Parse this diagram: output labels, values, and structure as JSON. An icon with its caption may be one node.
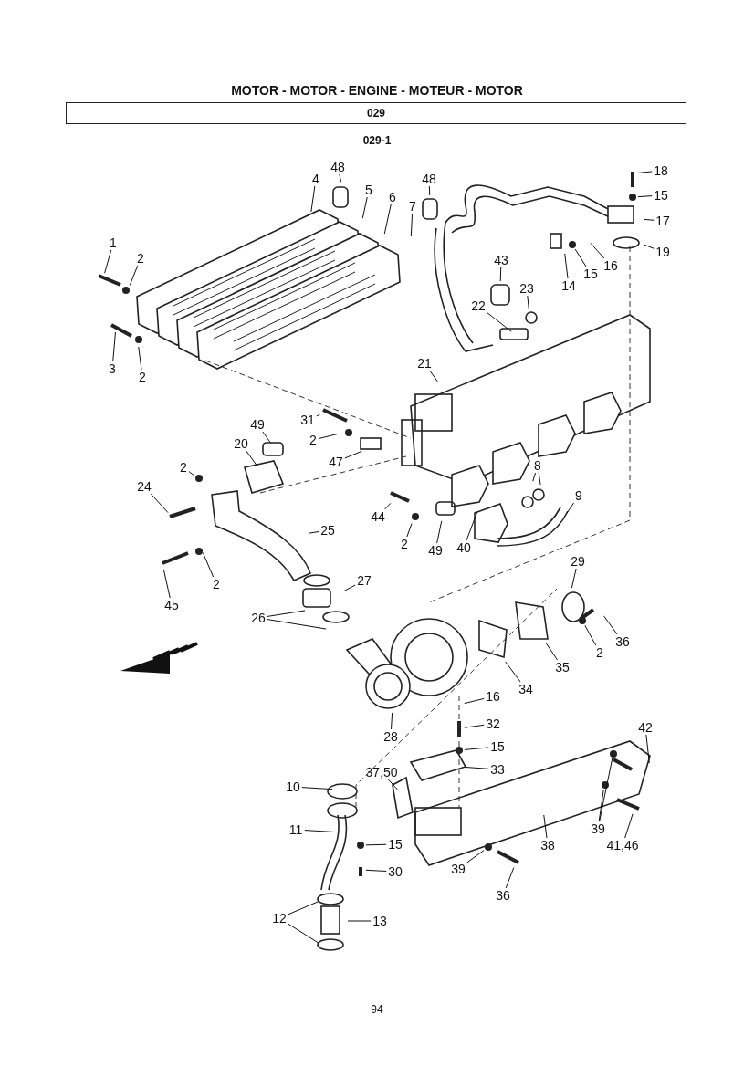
{
  "diagram": {
    "title": "MOTOR - MOTOR - ENGINE - MOTEUR - MOTOR",
    "nodes": [
      {
        "text": [
          "1"
        ]
      },
      {
        "text": [
          "2"
        ]
      },
      {
        "text": [
          "3"
        ]
      },
      {
        "text": [
          "2"
        ]
      },
      {
        "text": [
          "4"
        ]
      },
      {
        "text": [
          "48"
        ]
      },
      {
        "text": [
          "5"
        ]
      },
      {
        "text": [
          "6"
        ]
      },
      {
        "text": [
          "7"
        ]
      },
      {
        "text": [
          "48"
        ]
      },
      {
        "text": [
          "18"
        ]
      },
      {
        "text": [
          "15"
        ]
      },
      {
        "text": [
          "17"
        ]
      },
      {
        "text": [
          "19"
        ]
      },
      {
        "text": [
          "16"
        ]
      },
      {
        "text": [
          "15"
        ]
      },
      {
        "text": [
          "14"
        ]
      },
      {
        "text": [
          "43"
        ]
      },
      {
        "text": [
          "23"
        ]
      },
      {
        "text": [
          "22"
        ]
      },
      {
        "text": [
          "21"
        ]
      },
      {
        "text": [
          "31"
        ]
      },
      {
        "text": [
          "2"
        ]
      },
      {
        "text": [
          "49"
        ]
      },
      {
        "text": [
          "47"
        ]
      },
      {
        "text": [
          "20"
        ]
      },
      {
        "text": [
          "2"
        ]
      },
      {
        "text": [
          "24"
        ]
      },
      {
        "text": [
          "25"
        ]
      },
      {
        "text": [
          "44"
        ]
      },
      {
        "text": [
          "2"
        ]
      },
      {
        "text": [
          "8"
        ]
      },
      {
        "text": [
          "9"
        ]
      },
      {
        "text": [
          "49"
        ]
      },
      {
        "text": [
          "40"
        ]
      },
      {
        "text": [
          "2"
        ]
      },
      {
        "text": [
          "45"
        ]
      },
      {
        "text": [
          "27"
        ]
      },
      {
        "text": [
          "26"
        ]
      },
      {
        "text": [
          "29"
        ]
      },
      {
        "text": [
          "36"
        ]
      },
      {
        "text": [
          "2"
        ]
      },
      {
        "text": [
          "35"
        ]
      },
      {
        "text": [
          "34"
        ]
      },
      {
        "text": [
          "16"
        ]
      },
      {
        "text": [
          "32"
        ]
      },
      {
        "text": [
          "15"
        ]
      },
      {
        "text": [
          "33"
        ]
      },
      {
        "text": [
          "42"
        ]
      },
      {
        "text": [
          "37,50"
        ]
      },
      {
        "text": [
          "10"
        ]
      },
      {
        "text": [
          "39"
        ]
      },
      {
        "text": [
          "41,46"
        ]
      },
      {
        "text": [
          "38"
        ]
      },
      {
        "text": [
          "11"
        ]
      },
      {
        "text": [
          "15"
        ]
      },
      {
        "text": [
          "30"
        ]
      },
      {
        "text": [
          "39"
        ]
      },
      {
        "text": [
          "36"
        ]
      },
      {
        "text": [
          "12"
        ]
      },
      {
        "text": [
          "13"
        ]
      },
      {
        "text": [
          "28"
        ]
      },
      {
        "text": [
          "029"
        ]
      }
    ],
    "edges": [
      {
        "from": 0,
        "to": null,
        "arrow": "none"
      },
      {
        "from": 1,
        "to": null,
        "arrow": "none"
      },
      {
        "from": 2,
        "to": null,
        "arrow": "none"
      },
      {
        "from": 3,
        "to": null,
        "arrow": "none"
      },
      {
        "from": 4,
        "to": null,
        "arrow": "none"
      },
      {
        "from": 5,
        "to": null,
        "arrow": "none"
      },
      {
        "from": 6,
        "to": null,
        "arrow": "none"
      },
      {
        "from": 7,
        "to": null,
        "arrow": "none"
      },
      {
        "from": 8,
        "to": null,
        "arrow": "none"
      },
      {
        "from": 9,
        "to": null,
        "arrow": "none"
      },
      {
        "from": 10,
        "to": null,
        "arrow": "none"
      },
      {
        "from": 11,
        "to": null,
        "arrow": "none"
      },
      {
        "from": 12,
        "to": null,
        "arrow": "none"
      },
      {
        "from": 13,
        "to": null,
        "arrow": "none"
      },
      {
        "from": 14,
        "to": null,
        "arrow": "none"
      },
      {
        "from": 15,
        "to": null,
        "arrow": "none"
      },
      {
        "from": 16,
        "to": null,
        "arrow": "none"
      },
      {
        "from": 17,
        "to": null,
        "arrow": "none"
      },
      {
        "from": 18,
        "to": null,
        "arrow": "none"
      },
      {
        "from": 19,
        "to": null,
        "arrow": "none"
      },
      {
        "from": 20,
        "to": null,
        "arrow": "none"
      },
      {
        "from": 21,
        "to": null,
        "arrow": "none"
      },
      {
        "from": 22,
        "to": null,
        "arrow": "none"
      },
      {
        "from": 23,
        "to": null,
        "arrow": "none"
      },
      {
        "from": 24,
        "to": null,
        "arrow": "none"
      },
      {
        "from": 25,
        "to": null,
        "arrow": "none"
      },
      {
        "from": 26,
        "to": null,
        "arrow": "none"
      },
      {
        "from": 27,
        "to": null,
        "arrow": "none"
      },
      {
        "from": 28,
        "to": null,
        "arrow": "none"
      },
      {
        "from": 29,
        "to": null,
        "arrow": "none"
      },
      {
        "from": 30,
        "to": null,
        "arrow": "none"
      },
      {
        "from": 31,
        "to": null,
        "arrow": "none"
      },
      {
        "from": 31,
        "to": null,
        "arrow": "none"
      },
      {
        "from": 32,
        "to": null,
        "arrow": "none"
      },
      {
        "from": 33,
        "to": null,
        "arrow": "none"
      },
      {
        "from": 34,
        "to": null,
        "arrow": "none"
      },
      {
        "from": 35,
        "to": null,
        "arrow": "none"
      },
      {
        "from": 36,
        "to": null,
        "arrow": "none"
      },
      {
        "from": 37,
        "to": null,
        "arrow": "none"
      },
      {
        "from": 38,
        "to": null,
        "arrow": "none"
      },
      {
        "from": 38,
        "to": null,
        "arrow": "none"
      },
      {
        "from": 39,
        "to": null,
        "arrow": "none"
      },
      {
        "from": 40,
        "to": null,
        "arrow": "none"
      },
      {
        "from": 41,
        "to": null,
        "arrow": "none"
      },
      {
        "from": 42,
        "to": null,
        "arrow": "none"
      },
      {
        "from": 43,
        "to": null,
        "arrow": "none"
      },
      {
        "from": 44,
        "to": null,
        "arrow": "none"
      },
      {
        "from": 45,
        "to": null,
        "arrow": "none"
      },
      {
        "from": 46,
        "to": null,
        "arrow": "none"
      },
      {
        "from": 47,
        "to": null,
        "arrow": "none"
      },
      {
        "from": 48,
        "to": null,
        "arrow": "none"
      },
      {
        "from": 49,
        "to": null,
        "arrow": "none"
      },
      {
        "from": 50,
        "to": null,
        "arrow": "none"
      },
      {
        "from": 51,
        "to": null,
        "arrow": "none"
      },
      {
        "from": 51,
        "to": null,
        "arrow": "none"
      },
      {
        "from": 52,
        "to": null,
        "arrow": "none"
      },
      {
        "from": 53,
        "to": null,
        "arrow": "none"
      },
      {
        "from": 54,
        "to": null,
        "arrow": "none"
      },
      {
        "from": 55,
        "to": null,
        "arrow": "none"
      },
      {
        "from": 56,
        "to": null,
        "arrow": "none"
      },
      {
        "from": 57,
        "to": null,
        "arrow": "none"
      },
      {
        "from": 58,
        "to": null,
        "arrow": "none"
      },
      {
        "from": 59,
        "to": null,
        "arrow": "none"
      },
      {
        "from": 59,
        "to": null,
        "arrow": "none"
      },
      {
        "from": 60,
        "to": null,
        "arrow": "none"
      },
      {
        "from": 61,
        "to": null,
        "arrow": "none"
      }
    ],
    "labels": [
      "029-1",
      "94"
    ]
  }
}
